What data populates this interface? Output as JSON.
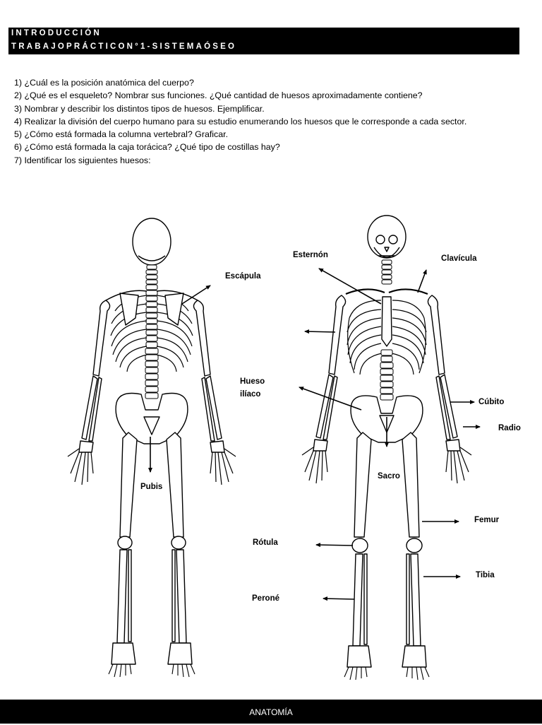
{
  "header": {
    "line1": "INTRODUCCIÓN",
    "line2": "TRABAJOPRÁCTICON°1-SISTEMAÓSEO"
  },
  "questions": [
    "1) ¿Cuál es la posición anatómica del cuerpo?",
    "2)  ¿Qué es el esqueleto? Nombrar sus funciones. ¿Qué cantidad de huesos aproximadamente contiene?",
    "3)  Nombrar y describir los distintos tipos de huesos. Ejemplificar.",
    "4)  Realizar la división del cuerpo humano para su estudio enumerando los huesos que le corresponde a cada sector.",
    "5)  ¿Cómo está formada la columna vertebral? Graficar.",
    "6)  ¿Cómo está formada la caja torácica? ¿Qué tipo de costillas hay?",
    "7)    Identificar los siguientes huesos:"
  ],
  "labels": {
    "escapula": "Escápula",
    "pubis": "Pubis",
    "esternon": "Esternón",
    "clavicula": "Clavícula",
    "hueso_iliaco_1": "Hueso",
    "hueso_iliaco_2": "ilíaco",
    "cubito": "Cúbito",
    "radio": "Radio",
    "sacro": "Sacro",
    "femur": "Femur",
    "rotula": "Rótula",
    "tibia": "Tibia",
    "perone": "Peroné"
  },
  "footer": {
    "title": "ANATOMÍA"
  }
}
